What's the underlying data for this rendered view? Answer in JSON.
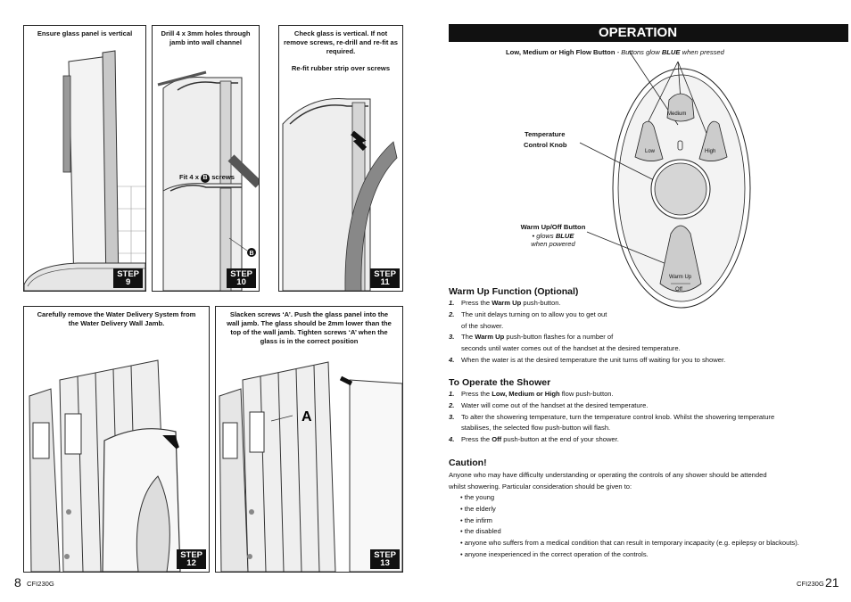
{
  "left_page": {
    "page_number": "8",
    "code": "CFI230G",
    "steps": [
      {
        "step": "STEP",
        "num": "9",
        "caption": "Ensure glass panel is vertical"
      },
      {
        "step": "STEP",
        "num": "10",
        "caption": "Drill 4 x 3mm holes through jamb into wall channel",
        "sub_caption_pre": "Fit 4 x",
        "sub_caption_letter": "B",
        "sub_caption_post": "screws",
        "callout": "B"
      },
      {
        "step": "STEP",
        "num": "11",
        "caption": "Check glass is vertical. If not remove screws, re-drill and re-fit as required.",
        "caption2": "Re-fit rubber strip over screws"
      },
      {
        "step": "STEP",
        "num": "12",
        "caption": "Carefully remove the Water Delivery System from the Water Delivery Wall Jamb."
      },
      {
        "step": "STEP",
        "num": "13",
        "caption": "Slacken screws ‘A’. Push the glass panel into the wall jamb. The glass should be 2mm lower than the top of the wall jamb. Tighten screws ‘A’ when the glass is in the correct position",
        "callout": "A"
      }
    ]
  },
  "right_page": {
    "page_number": "21",
    "code": "CFI230G",
    "title": "OPERATION",
    "flow_label_bold": "Low, Medium or High Flow Button",
    "flow_label_pre": " - Buttons glow ",
    "flow_label_blue": "BLUE",
    "flow_label_post": " when pressed",
    "temp_label_1": "Temperature",
    "temp_label_2": "Control Knob",
    "warm_label": "Warm Up/Off Button",
    "warm_glow_pre": "• glows ",
    "warm_glow_blue": "BLUE",
    "warm_glow_post": "when powered",
    "btn_low": "Low",
    "btn_medium": "Medium",
    "btn_high": "High",
    "btn_warm_1": "Warm Up",
    "btn_warm_2": "Off",
    "warm_heading": "Warm Up Function (Optional)",
    "warm_steps": [
      {
        "n": "1.",
        "pre": "Press the ",
        "bold": "Warm Up",
        "post": " push-button."
      },
      {
        "n": "2.",
        "pre": "The unit delays turning on to allow you to get out",
        "bold": "",
        "post": ""
      },
      {
        "n": "",
        "pre": "of the shower.",
        "bold": "",
        "post": ""
      },
      {
        "n": "3.",
        "pre": "The ",
        "bold": "Warm Up",
        "post": " push-button flashes for a number of"
      },
      {
        "n": "",
        "pre": "seconds until water comes out of the handset at the desired temperature.",
        "bold": "",
        "post": ""
      },
      {
        "n": "4.",
        "pre": "When the water is at the desired temperature the unit turns off waiting for you to shower.",
        "bold": "",
        "post": ""
      }
    ],
    "operate_heading": "To Operate the Shower",
    "operate_steps": [
      {
        "n": "1.",
        "pre": "Press the ",
        "bold": "Low, Medium or High",
        "post": " flow push-button."
      },
      {
        "n": "2.",
        "pre": "Water will come out of the handset at the desired temperature.",
        "bold": "",
        "post": ""
      },
      {
        "n": "3.",
        "pre": "To alter the showering temperature, turn the temperature control knob. Whilst the showering temperature",
        "bold": "",
        "post": ""
      },
      {
        "n": "",
        "pre": "stabilises, the selected flow push-button will flash.",
        "bold": "",
        "post": ""
      },
      {
        "n": "4.",
        "pre": "Press the ",
        "bold": "Off",
        "post": " push-button at the end of your shower."
      }
    ],
    "caution_heading": "Caution!",
    "caution_text_1": "Anyone who may have difficulty understanding or operating the controls of any shower should be attended",
    "caution_text_2": "whilst showering. Particular consideration should be given to:",
    "caution_list": [
      "• the young",
      "• the elderly",
      "• the infirm",
      "• the disabled",
      "• anyone who suffers from a medical condition that can result in temporary incapacity (e.g. epilepsy or blackouts).",
      "• anyone inexperienced in the correct operation of the controls."
    ]
  },
  "colors": {
    "ink": "#111111",
    "badge_bg": "#111111",
    "title_bg": "#111111",
    "blue_word": "#111111",
    "panel_grey": "#cfcfcf"
  }
}
